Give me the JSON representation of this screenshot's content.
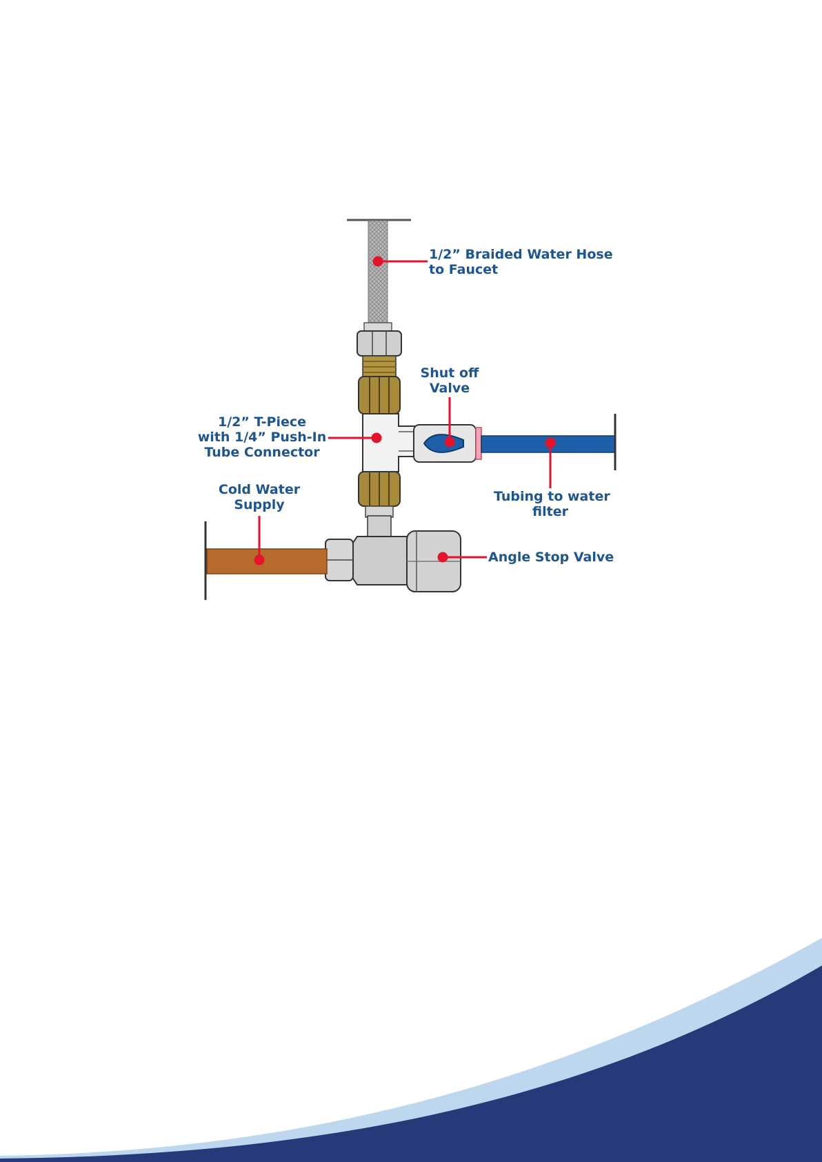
{
  "labels": {
    "braided_hose": [
      "1/2” Braided Water Hose",
      "to Faucet"
    ],
    "shut_off_valve": [
      "Shut off",
      "Valve"
    ],
    "t_piece": [
      "1/2” T-Piece",
      "with 1/4” Push-In",
      "Tube Connector"
    ],
    "tubing": [
      "Tubing to water",
      "filter"
    ],
    "cold_water": [
      "Cold Water",
      "Supply"
    ],
    "angle_stop": [
      "Angle Stop Valve"
    ]
  },
  "colors": {
    "label_text": "#1d5592",
    "leader_line": "#e5132b",
    "copper_pipe": "#b86a2d",
    "filter_tubing": "#1d5fa8",
    "brass_nut": "#a88b3a",
    "steel": "#c9c9c9",
    "footer_dark": "#263a7a",
    "footer_light": "#bdd7ef"
  }
}
